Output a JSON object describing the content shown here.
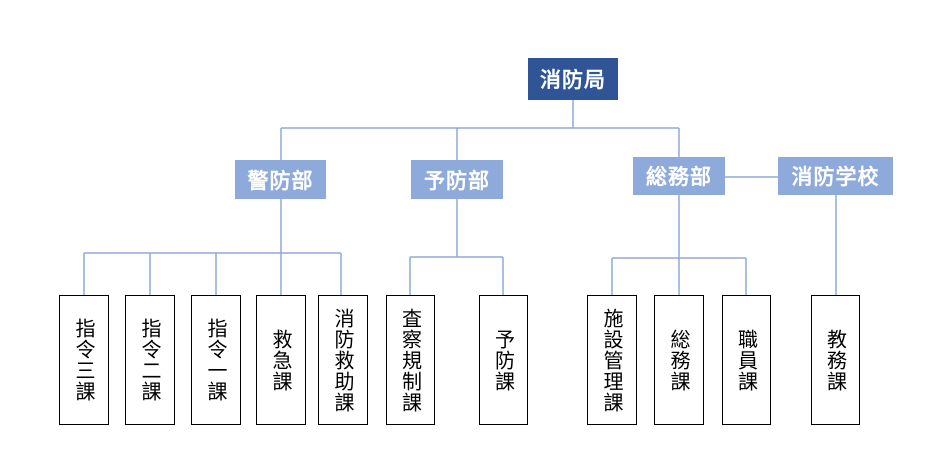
{
  "root": {
    "label": "消防局"
  },
  "departments": {
    "keibou": {
      "label": "警防部"
    },
    "yobou": {
      "label": "予防部"
    },
    "soumu": {
      "label": "総務部"
    },
    "gakkou": {
      "label": "消防学校"
    }
  },
  "units": {
    "shirei3": {
      "label": "指令三課"
    },
    "shirei2": {
      "label": "指令二課"
    },
    "shirei1": {
      "label": "指令一課"
    },
    "kyuukyuu": {
      "label": "救急課"
    },
    "shoubou_kyuujo": {
      "label": "消防救助課"
    },
    "sasatsu_kisei": {
      "label": "査察規制課"
    },
    "yobou_ka": {
      "label": "予防課"
    },
    "shisetsu_kanri": {
      "label": "施設管理課"
    },
    "soumu_ka": {
      "label": "総務課"
    },
    "shokuin": {
      "label": "職員課"
    },
    "kyoumu": {
      "label": "教務課"
    }
  },
  "colors": {
    "root_fill": "#2f5597",
    "dept_fill": "#8eaadb",
    "connector": "#8eaad7",
    "unit_border": "#000000"
  }
}
